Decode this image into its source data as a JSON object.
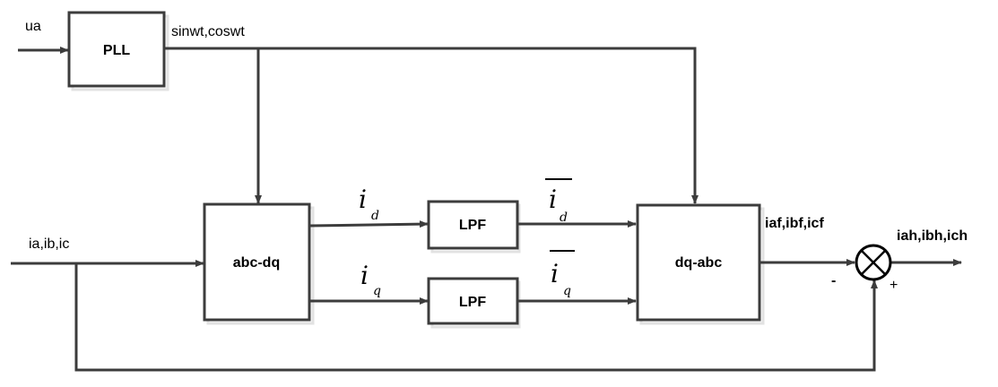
{
  "blocks": {
    "pll": "PLL",
    "abc_dq": "abc-dq",
    "lpf1": "LPF",
    "lpf2": "LPF",
    "dq_abc": "dq-abc"
  },
  "signals": {
    "ua": "ua",
    "sincos": "sinwt,coswt",
    "iabc": "ia,ib,ic",
    "id": "i",
    "id_sub": "d",
    "iq": "i",
    "iq_sub": "q",
    "id_bar": "i",
    "id_bar_sub": "d",
    "iq_bar": "i",
    "iq_bar_sub": "q",
    "iaf": "iaf,ibf,icf",
    "iah": "iah,ibh,ich",
    "minus": "-",
    "plus": "+"
  }
}
